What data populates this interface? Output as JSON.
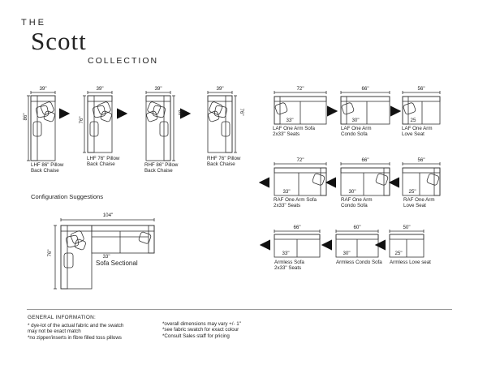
{
  "header": {
    "the": "THE",
    "title": "Scott",
    "collection": "COLLECTION"
  },
  "chaises": [
    {
      "width": "39\"",
      "depth": "86\"",
      "label_line1": "LHF 86\" Pillow",
      "label_line2": "Back Chaise"
    },
    {
      "width": "39\"",
      "depth": "76\"",
      "label_line1": "LHF 76\" Pillow",
      "label_line2": "Back Chaise"
    },
    {
      "width": "39\"",
      "depth": "86\"",
      "label_line1": "RHF 86\" Pillow",
      "label_line2": "Back Chaise"
    },
    {
      "width": "39\"",
      "depth": "76\"",
      "label_line1": "RHF 76\" Pillow",
      "label_line2": "Back Chaise"
    }
  ],
  "laf_row": [
    {
      "width": "72\"",
      "seat": "33\"",
      "label_line1": "LAF One Arm Sofa",
      "label_line2": "2x33\" Seats"
    },
    {
      "width": "66\"",
      "seat": "30\"",
      "label_line1": "LAF One Arm",
      "label_line2": "Condo Sofa"
    },
    {
      "width": "56\"",
      "seat": "25",
      "label_line1": "LAF One Arm",
      "label_line2": "Love Seat"
    }
  ],
  "raf_row": [
    {
      "width": "72\"",
      "seat": "33\"",
      "label_line1": "RAF One Arm Sofa",
      "label_line2": "2x33\" Seats"
    },
    {
      "width": "66\"",
      "seat": "30\"",
      "label_line1": "RAF One Arm",
      "label_line2": "Condo Sofa"
    },
    {
      "width": "56\"",
      "seat": "25\"",
      "label_line1": "RAF One Arm",
      "label_line2": "Love Seat"
    }
  ],
  "armless_row": [
    {
      "width": "66\"",
      "seat": "33\"",
      "label_line1": "Armless Sofa",
      "label_line2": "2x33\" Seats"
    },
    {
      "width": "60\"",
      "seat": "30\"",
      "label_line1": "Armless Condo Sofa",
      "label_line2": ""
    },
    {
      "width": "50\"",
      "seat": "25\"",
      "label_line1": "Armless Love seat",
      "label_line2": ""
    }
  ],
  "configuration": {
    "title": "Configuration Suggestions",
    "width": "104\"",
    "depth": "76\"",
    "seat": "33\"",
    "label": "Sofa Sectional"
  },
  "general": {
    "title": "GENERAL INFORMATION:",
    "left_line1": "* dye-lot of the actual fabric and the swatch",
    "left_line2": "may not be exact match",
    "left_line3": "*no zipper/inserts in fibre filled toss pillows",
    "right_line1": "*overall dimensions may vary +/- 1\"",
    "right_line2": "*see fabric swatch for exact colour",
    "right_line3": "*Consult Sales staff for pricing"
  }
}
